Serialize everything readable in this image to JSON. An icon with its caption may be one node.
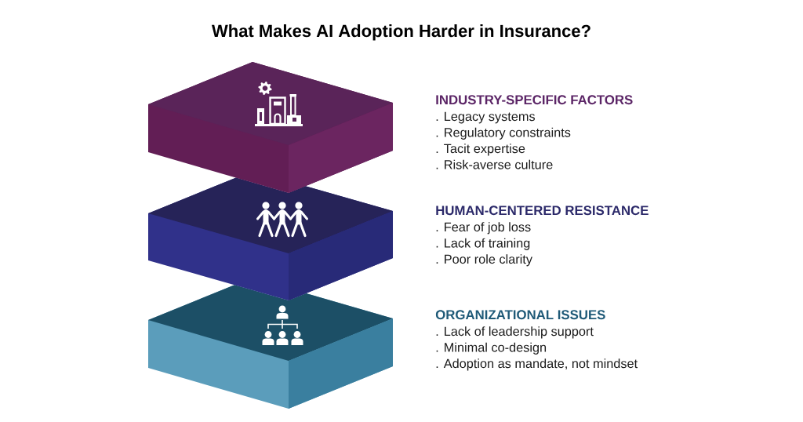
{
  "diagram": {
    "title": "What Makes AI Adoption Harder in Insurance?",
    "nodes": [
      {
        "text": [
          "INDUSTRY-SPECIFIC FACTORS",
          ". Legacy systems",
          ". Regulatory constraints",
          ". Tacit expertise",
          ". Risk-averse culture"
        ]
      },
      {
        "text": [
          "HUMAN-CENTERED RESISTANCE",
          ". Fear of job loss",
          ". Lack of training",
          ". Poor role clarity"
        ]
      },
      {
        "text": [
          "ORGANIZATIONAL ISSUES",
          ". Lack of leadership support",
          ". Minimal co-design",
          ". Adoption as mandate, not mindset"
        ]
      }
    ]
  }
}
